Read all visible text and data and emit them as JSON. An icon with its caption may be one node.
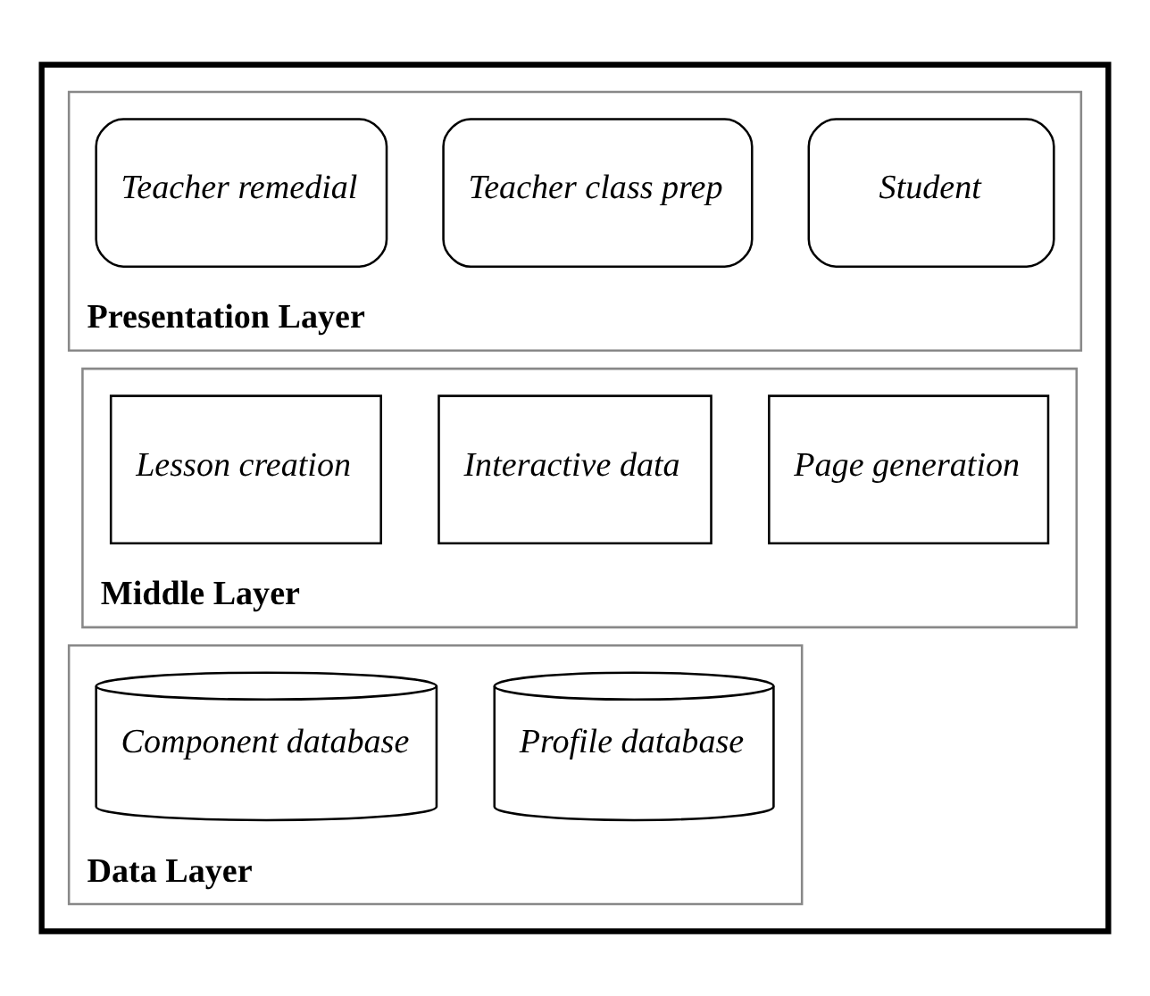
{
  "diagram": {
    "nodes": [
      {
        "text": [],
        "shape": "box"
      },
      {
        "text": [
          "Presentation Layer"
        ],
        "in": 0
      },
      {
        "text": [
          "Teacher remedial"
        ],
        "in": 1
      },
      {
        "text": [
          "Teacher class prep"
        ],
        "in": 1
      },
      {
        "text": [
          "Student"
        ],
        "in": 1
      },
      {
        "text": [
          "Middle Layer"
        ],
        "in": 0
      },
      {
        "text": [
          "Lesson creation"
        ],
        "in": 5
      },
      {
        "text": [
          "Interactive data"
        ],
        "in": 5
      },
      {
        "text": [
          "Page generation"
        ],
        "in": 5
      },
      {
        "text": [
          "Data Layer"
        ],
        "in": 0
      },
      {
        "text": [
          "Component database"
        ],
        "in": 9
      },
      {
        "text": [
          "Profile database"
        ],
        "in": 9
      }
    ]
  }
}
